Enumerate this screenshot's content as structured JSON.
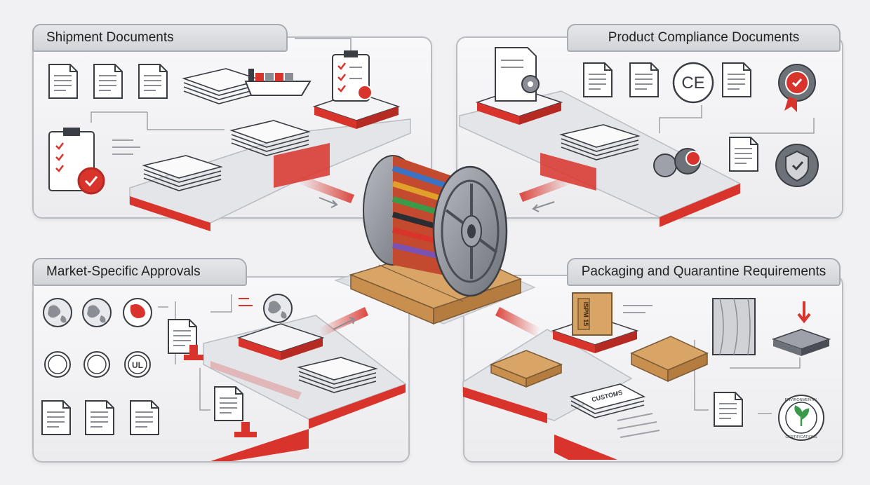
{
  "sections": {
    "shipment": {
      "title": "Shipment Documents"
    },
    "compliance": {
      "title": "Product Compliance Documents"
    },
    "market": {
      "title": "Market-Specific Approvals"
    },
    "packaging": {
      "title": "Packaging and Quarantine Requirements"
    }
  },
  "labels": {
    "crate_stamp": "ISPM 15",
    "customs_doc": "CUSTOMS",
    "ce_mark": "CE",
    "ul_mark": "UL",
    "env_seal_top": "ENVIRONMENTAL",
    "env_seal_bottom": "CERTIFICATIONS"
  },
  "colors": {
    "accent_red": "#d9342b",
    "panel_gray": "#ececef",
    "wood": "#d9a566",
    "outline": "#3a3d44"
  }
}
